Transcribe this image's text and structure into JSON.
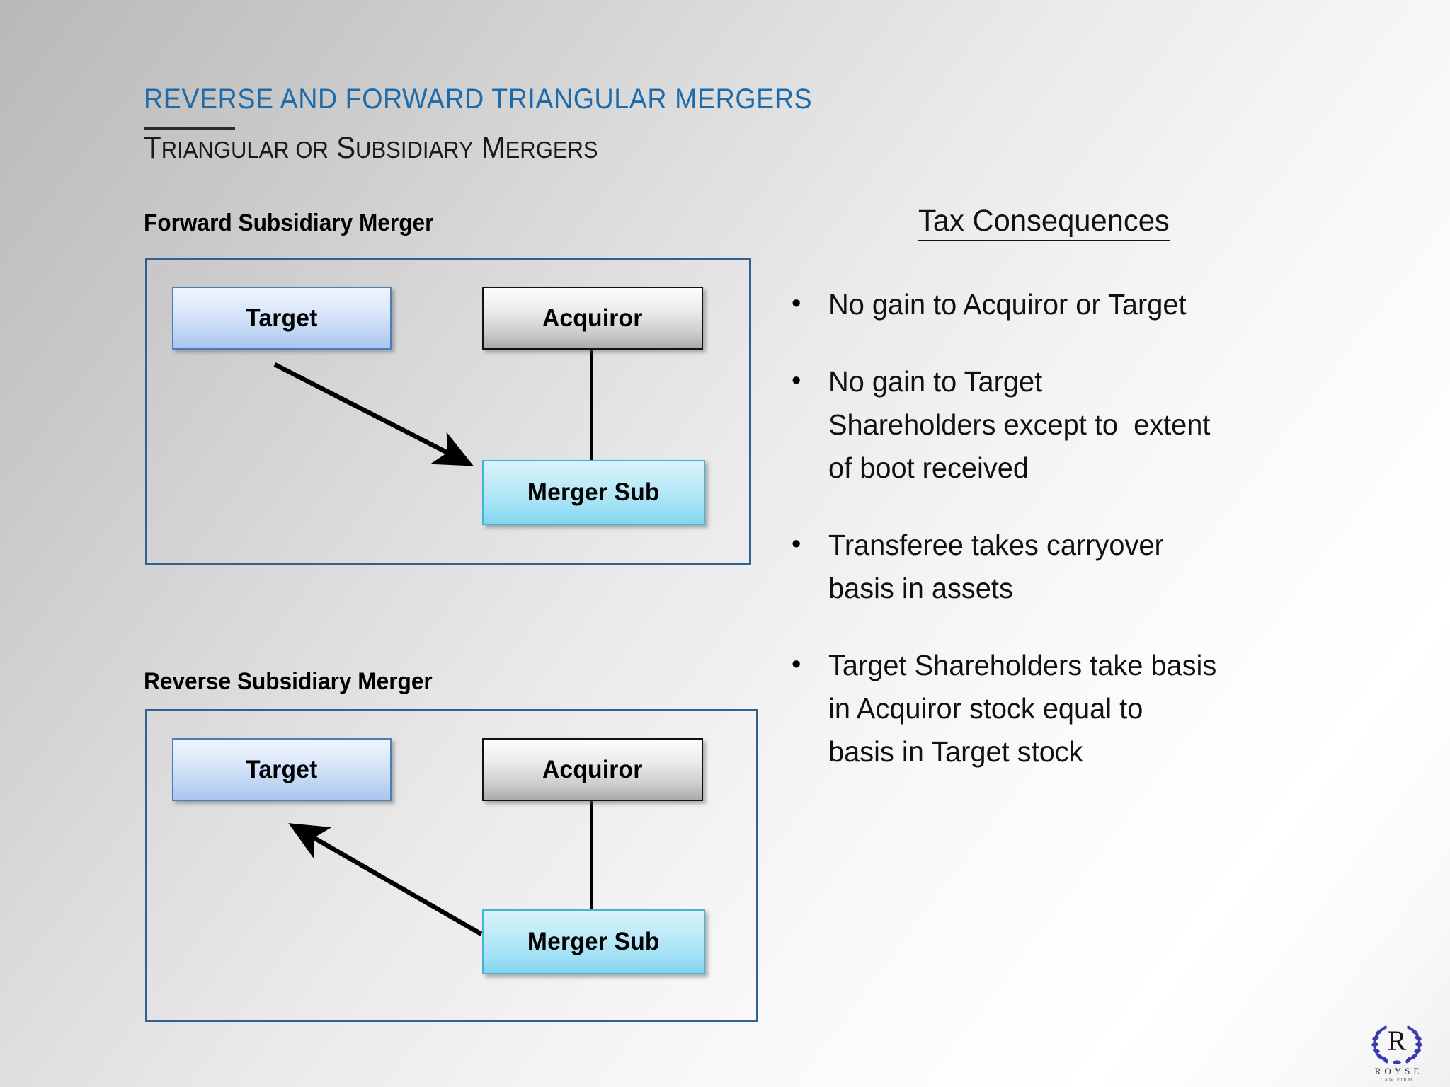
{
  "slide": {
    "title": "REVERSE AND FORWARD TRIANGULAR MERGERS",
    "subtitle_parts": {
      "t1": "T",
      "s1": "RIANGULAR",
      "t2": " ",
      "s2": "OR",
      "t3": " S",
      "s3": "UBSIDIARY",
      "t4": " M",
      "s4": "ERGERS"
    },
    "subtitle_full": "TRIANGULAR OR SUBSIDIARY MERGERS",
    "background_gradient_from": "#b9b9b9",
    "background_gradient_to": "#ffffff",
    "title_color": "#1f6aa8"
  },
  "diagrams": [
    {
      "id": "forward",
      "label": "Forward Subsidiary Merger",
      "border_color": "#31628f",
      "nodes": [
        {
          "name": "target",
          "label": "Target",
          "fill": "#c2d7f4",
          "border": "#4a7ebb"
        },
        {
          "name": "acquiror",
          "label": "Acquiror",
          "fill": "#cfcfcf",
          "border": "#111111"
        },
        {
          "name": "mergersub",
          "label": "Merger Sub",
          "fill": "#9fe0f4",
          "border": "#44b4d6"
        }
      ],
      "connector": {
        "from": "acquiror",
        "to": "mergersub",
        "style": "solid-line"
      },
      "arrow": {
        "from": "target",
        "to": "mergersub",
        "direction": "down-right"
      }
    },
    {
      "id": "reverse",
      "label": "Reverse Subsidiary Merger",
      "border_color": "#31628f",
      "nodes": [
        {
          "name": "target",
          "label": "Target",
          "fill": "#c2d7f4",
          "border": "#4a7ebb"
        },
        {
          "name": "acquiror",
          "label": "Acquiror",
          "fill": "#cfcfcf",
          "border": "#111111"
        },
        {
          "name": "mergersub",
          "label": "Merger Sub",
          "fill": "#9fe0f4",
          "border": "#44b4d6"
        }
      ],
      "connector": {
        "from": "acquiror",
        "to": "mergersub",
        "style": "solid-line"
      },
      "arrow": {
        "from": "mergersub",
        "to": "target",
        "direction": "up-left"
      }
    }
  ],
  "tax": {
    "heading": "Tax Consequences",
    "bullet_glyph": "•",
    "bullets": [
      "No gain to Acquiror or Target",
      "No gain to Target\nShareholders except to  extent\nof boot received",
      "Transferee takes carryover\nbasis in assets",
      "Target Shareholders take basis\nin Acquiror stock equal to\nbasis in Target stock"
    ]
  },
  "logo": {
    "letter": "R",
    "wordmark": "ROYSE",
    "tagline": "LAW FIRM",
    "color": "#3a3ab0"
  }
}
